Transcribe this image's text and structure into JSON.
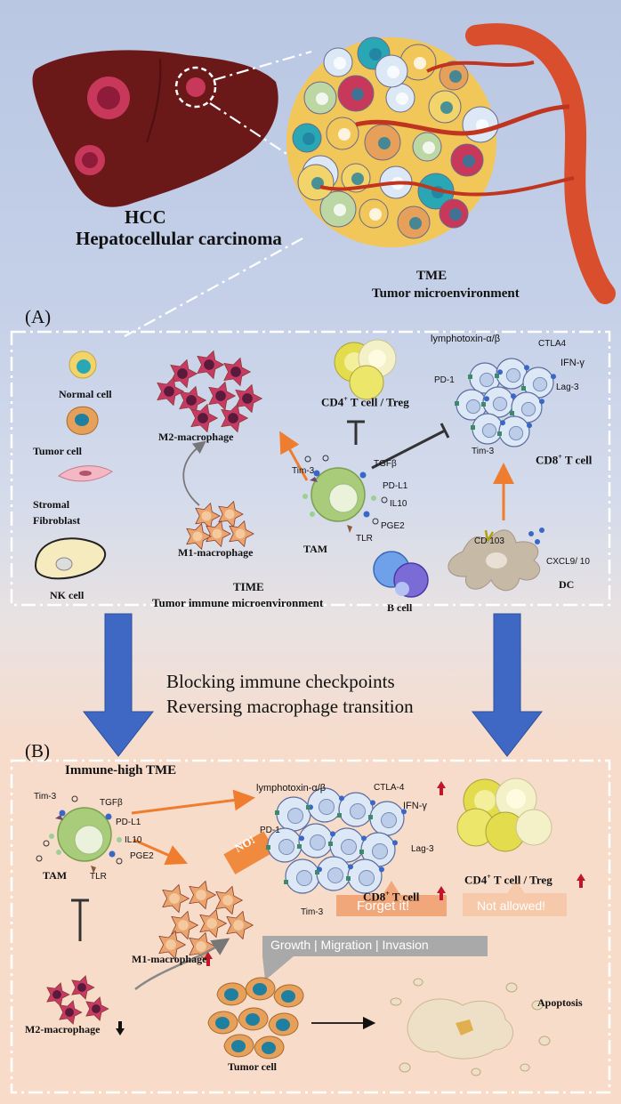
{
  "top": {
    "hcc_abbr": "HCC",
    "hcc_full": "Hepatocellular  carcinoma",
    "tme_abbr": "TME",
    "tme_full": "Tumor microenvironment"
  },
  "panel_a": {
    "label": "(A)",
    "normal_cell": "Normal cell",
    "tumor_cell": "Tumor cell",
    "stromal": "Stromal",
    "fibroblast": "Fibroblast",
    "nk_cell": "NK cell",
    "m2_macrophage": "M2-macrophage",
    "m1_macrophage": "M1-macrophage",
    "time_abbr": "TIME",
    "time_full": "Tumor immune microenvironment",
    "cd4_treg_pre": "CD4",
    "cd4_treg_sup": "+",
    "cd4_treg_post": " T cell / Treg",
    "tam": "TAM",
    "tim3": "Tim-3",
    "tgfb": "TGFβ",
    "pdl1": "PD-L1",
    "il10": "IL10",
    "pge2": "PGE2",
    "tlr": "TLR",
    "b_cell": "B cell",
    "lymphotoxin": "lymphotoxin-α/β",
    "ctla4": "CTLA4",
    "ifn": "IFN-γ",
    "pd1": "PD-1",
    "lag3": "Lag-3",
    "tim3_t": "Tim-3",
    "cd8_pre": "CD8",
    "cd8_sup": "+",
    "cd8_post": " T cell",
    "cd103": "CD 103",
    "cxcl": "CXCL9/ 10",
    "dc": "DC"
  },
  "middle": {
    "line1": "Blocking immune checkpoints",
    "line2": "Reversing macrophage transition"
  },
  "panel_b": {
    "label": "(B)",
    "title": "Immune-high TME",
    "tim3": "Tim-3",
    "tgfb": "TGFβ",
    "pdl1": "PD-L1",
    "il10": "IL10",
    "pge2": "PGE2",
    "tam": "TAM",
    "tlr": "TLR",
    "no": "NO!",
    "lymphotoxin": "lymphotoxin-α/β",
    "ctla4": "CTLA-4",
    "ifn": "IFN-γ",
    "pd1": "PD-1",
    "lag3": "Lag-3",
    "tim3_t": "Tim-3",
    "cd8_pre": "CD8",
    "cd8_sup": "+",
    "cd8_post": " T cell",
    "cd4_pre": "CD4",
    "cd4_sup": "+",
    "cd4_post": " T cell / Treg",
    "forget": "Forget it!",
    "not_allowed": "Not allowed!",
    "m1_macrophage": "M1-macrophage",
    "m2_macrophage": "M2-macrophage",
    "growth": "Growth | Migration | Invasion",
    "tumor_cell": "Tumor cell",
    "apoptosis": "Apoptosis"
  },
  "colors": {
    "liver": "#6b1818",
    "tumor": "#c8385a",
    "vessel": "#d94f2d",
    "arrow_blue": "#3f68c4",
    "arrow_orange": "#ee7d2f",
    "up_arrow": "#c0152a",
    "tam_green": "#a8cc7a",
    "tcell_blue": "#dde8f7",
    "treg_yellow": "#ece66a",
    "macro_m1": "#eaa56e",
    "macro_m2": "#c83a66"
  }
}
